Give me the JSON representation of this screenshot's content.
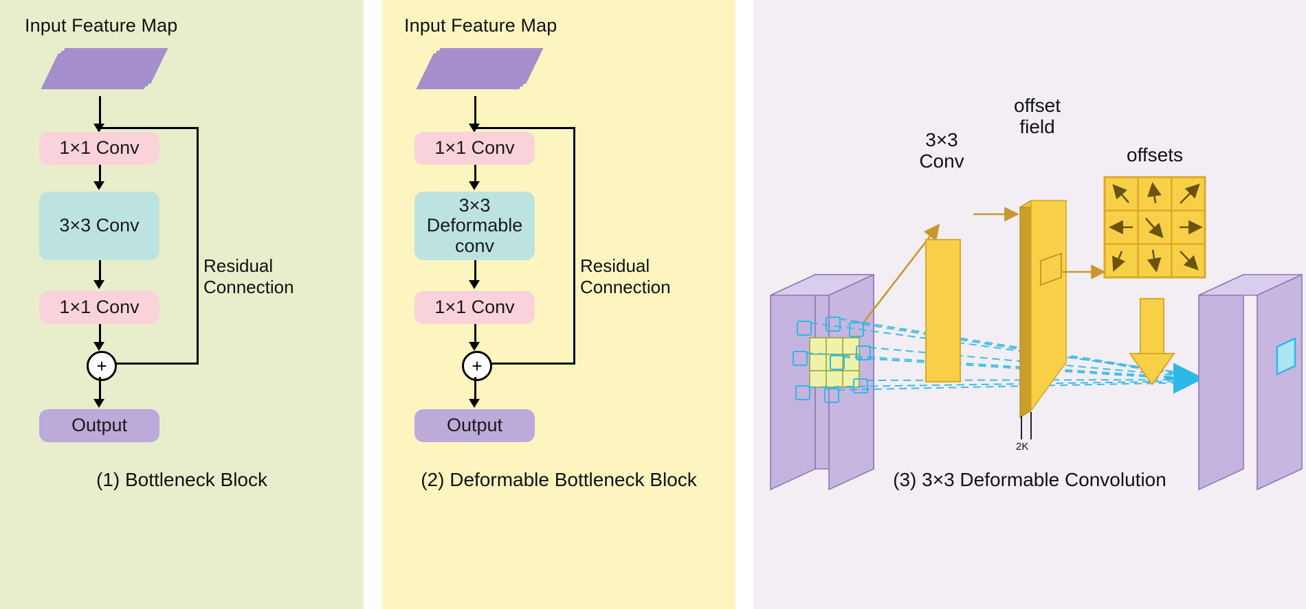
{
  "figure": {
    "title": "Deformable Bottleneck Block and Deformable Convolution",
    "panel_colors": {
      "panel1_bg": "#e8eecb",
      "panel2_bg": "#fcf5c0",
      "panel3_bg": "#f2eef4",
      "conv1x1": "#fad2da",
      "conv3x3": "#bde3e0",
      "output": "#bcaada",
      "feature_map": "#a48fcc",
      "offset_yellow": "#f7d047",
      "offset_border": "#d8a92a",
      "sampling_cyan": "#2eb8e6",
      "sampling_fill": "#f4f6a8"
    }
  },
  "panel1": {
    "input_label": "Input Feature Map",
    "blocks": [
      {
        "label": "1×1 Conv",
        "color": "pink"
      },
      {
        "label": "3×3 Conv",
        "color": "teal"
      },
      {
        "label": "1×1 Conv",
        "color": "pink"
      },
      {
        "label": "Output",
        "color": "purple"
      }
    ],
    "sum_symbol": "+",
    "residual_line1": "Residual",
    "residual_line2": "Connection",
    "caption": "(1) Bottleneck Block"
  },
  "panel2": {
    "input_label": "Input Feature Map",
    "blocks": [
      {
        "label": "1×1 Conv",
        "color": "pink"
      },
      {
        "label_line1": "3×3",
        "label_line2": "Deformable",
        "label_line3": "conv",
        "color": "teal"
      },
      {
        "label": "1×1 Conv",
        "color": "pink"
      },
      {
        "label": "Output",
        "color": "purple"
      }
    ],
    "sum_symbol": "+",
    "residual_line1": "Residual",
    "residual_line2": "Connection",
    "caption": "(2) Deformable Bottleneck Block"
  },
  "panel3": {
    "conv_label_line1": "3×3",
    "conv_label_line2": "Conv",
    "offset_field_line1": "offset",
    "offset_field_line2": "field",
    "offsets_label": "offsets",
    "channel_label": "2K",
    "caption": "(3) 3×3 Deformable Convolution",
    "offsets_grid": [
      [
        "up-left",
        "up",
        "up-right"
      ],
      [
        "left",
        "down-right",
        "right"
      ],
      [
        "down-left",
        "down",
        "down-right"
      ]
    ]
  }
}
